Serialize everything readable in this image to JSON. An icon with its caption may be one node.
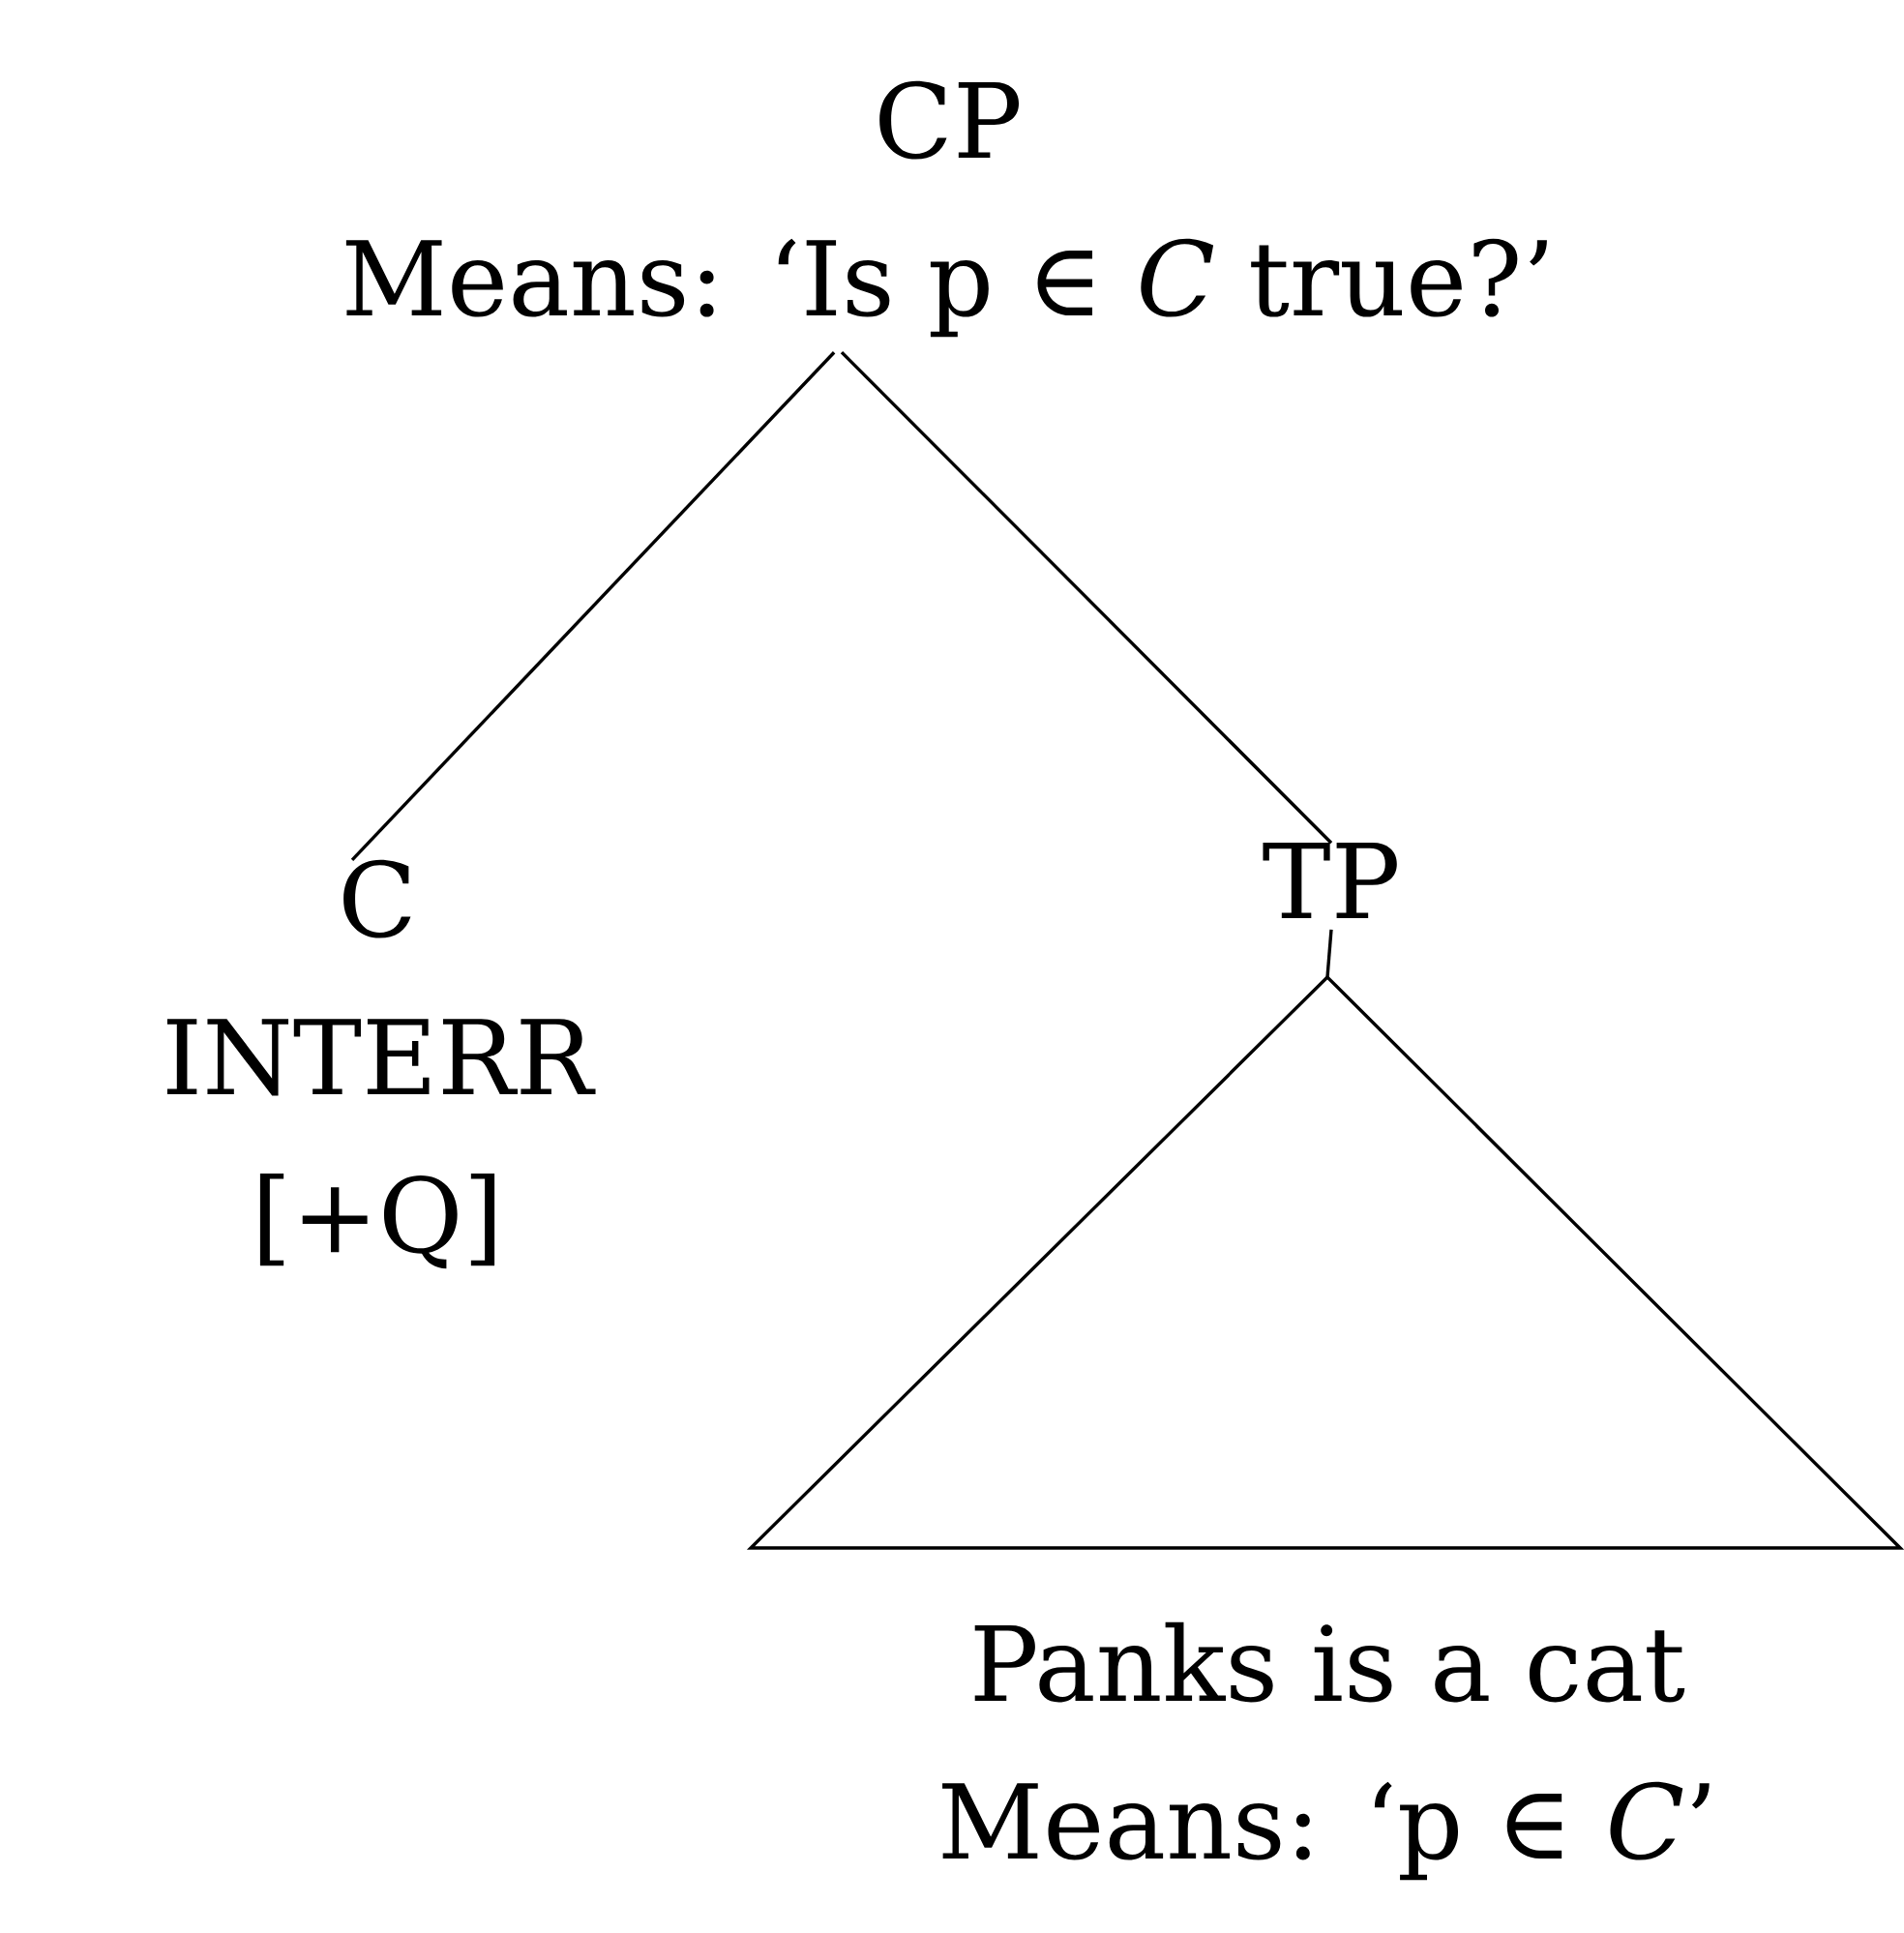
{
  "diagram": {
    "nodes": [
      {
        "text": [
          "CP",
          "Means: ‘Is p ∈ *C* true?’"
        ]
      },
      {
        "text": [
          "C",
          "INTERR",
          "[+Q]"
        ]
      },
      {
        "text": [
          "TP"
        ]
      },
      {
        "text": [
          "Panks is a cat",
          "Means: ‘p ∈ *C*’"
        ]
      }
    ],
    "edges": [
      {
        "from": 0,
        "to": 1,
        "arrow": "none"
      },
      {
        "from": 0,
        "to": 2,
        "arrow": "none"
      },
      {
        "from": 2,
        "to": 3,
        "arrow": "none"
      }
    ]
  }
}
